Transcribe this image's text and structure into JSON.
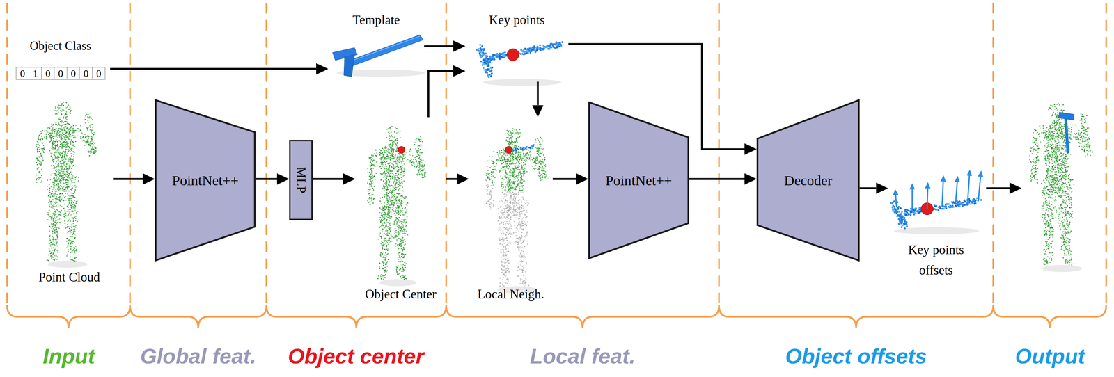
{
  "diagram": {
    "nodes": [
      {
        "text": [
          "Object Class",
          "0",
          "1",
          "0",
          "0",
          "0",
          "0",
          "0"
        ]
      },
      {
        "text": [
          "Point Cloud"
        ]
      },
      {
        "text": [
          "PointNet++"
        ]
      },
      {
        "text": [
          "MLP"
        ]
      },
      {
        "text": [
          "Template"
        ]
      },
      {
        "text": [
          "Object Center"
        ]
      },
      {
        "text": [
          "Key points"
        ]
      },
      {
        "text": [
          "Local Neigh."
        ]
      },
      {
        "text": [
          "PointNet++"
        ]
      },
      {
        "text": [
          "Decoder"
        ]
      },
      {
        "text": [
          "Key points offsets"
        ]
      }
    ],
    "edges": [
      {
        "from": 1,
        "to": 2,
        "arrow": "to"
      },
      {
        "from": 0,
        "to": 4,
        "arrow": "to"
      },
      {
        "from": 2,
        "to": 3,
        "arrow": "to"
      },
      {
        "from": 3,
        "to": 5,
        "arrow": "to"
      },
      {
        "from": 4,
        "to": 6,
        "arrow": "to"
      },
      {
        "from": 5,
        "to": 6,
        "arrow": "to"
      },
      {
        "from": 5,
        "to": 7,
        "arrow": "to"
      },
      {
        "from": 6,
        "to": 7,
        "arrow": "to"
      },
      {
        "from": 7,
        "to": 8,
        "arrow": "to"
      },
      {
        "from": 6,
        "to": 9,
        "arrow": "to"
      },
      {
        "from": 8,
        "to": 9,
        "arrow": "to"
      },
      {
        "from": 9,
        "to": 10,
        "arrow": "to"
      }
    ],
    "labels": [
      "Input",
      "Global feat.",
      "Object center",
      "Local feat.",
      "Object offsets",
      "Output"
    ]
  }
}
